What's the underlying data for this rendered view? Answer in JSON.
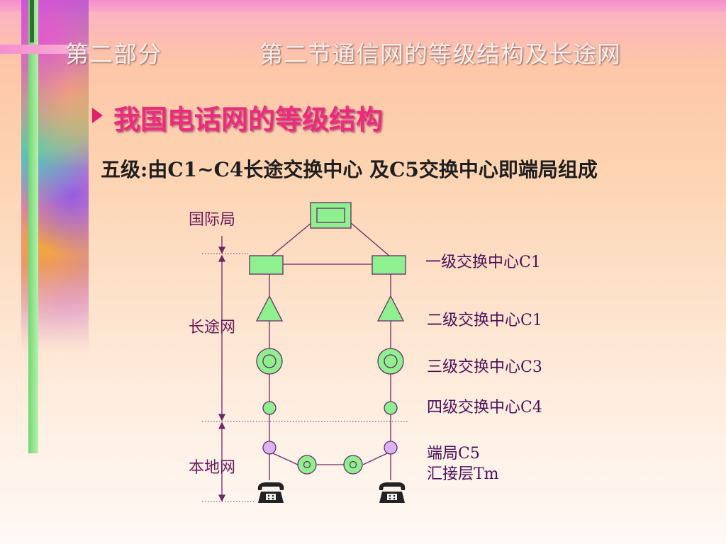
{
  "header": {
    "part": "第二部分",
    "section": "第二节通信网的等级结构及长途网"
  },
  "title": "我国电话网的等级结构",
  "subtitle": "五级:由C1~C4长途交换中心 及C5交换中心即端局组成",
  "left_labels": {
    "international": "国际局",
    "long_distance": "长途网",
    "local": "本地网"
  },
  "right_labels": {
    "level1": "一级交换中心C1",
    "level2": "二级交换中心C1",
    "level3": "三级交换中心C3",
    "level4": "四级交换中心C4",
    "end_office": "端局C5",
    "tandem": "汇接层Tm"
  },
  "colors": {
    "node_green": "#8ef08e",
    "node_violet": "#d9b3f2",
    "line": "#6a2a6a",
    "label": "#4a0f58"
  },
  "icons": [
    "telephone-icon"
  ]
}
